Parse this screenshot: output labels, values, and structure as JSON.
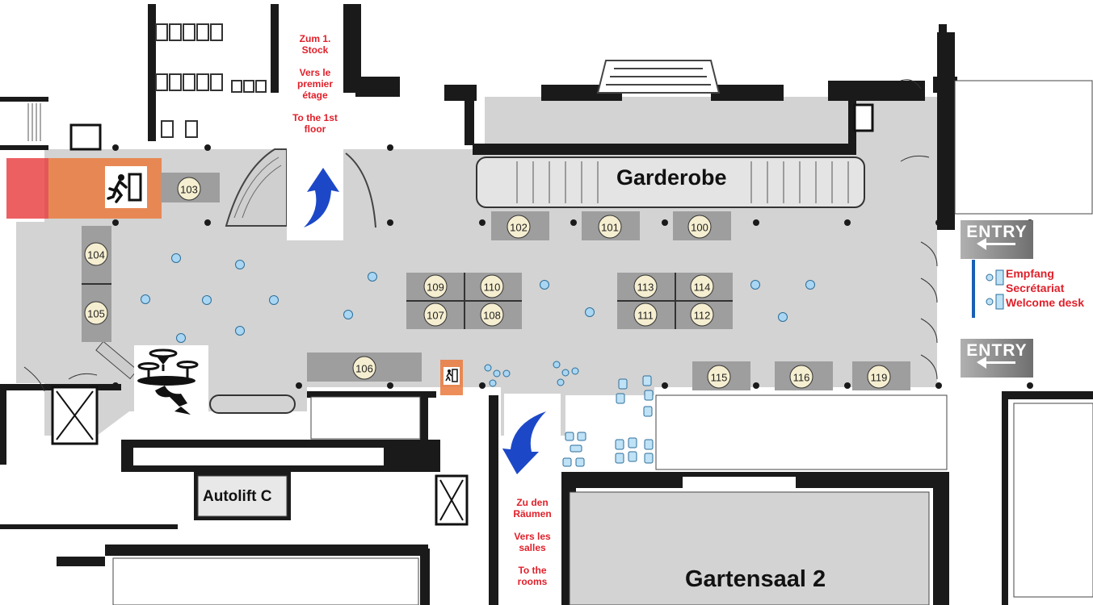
{
  "rooms": {
    "garderobe": "Garderobe",
    "gartensaal": "Gartensaal 2",
    "autolift": "Autolift C"
  },
  "booths": [
    "103",
    "102",
    "101",
    "100",
    "104",
    "105",
    "109",
    "110",
    "107",
    "108",
    "113",
    "114",
    "111",
    "112",
    "106",
    "115",
    "116",
    "119"
  ],
  "signs": {
    "upstairs": {
      "de": "Zum 1. Stock",
      "fr": "Vers le premier étage",
      "en": "To the 1st floor"
    },
    "rooms": {
      "de": "Zu den Räumen",
      "fr": "Vers les salles",
      "en": "To the rooms"
    }
  },
  "entries": {
    "top": "ENTRY",
    "bottom": "ENTRY"
  },
  "welcome_desk": {
    "de": "Empfang",
    "fr": "Secrétariat",
    "en": "Welcome desk"
  },
  "icons": {
    "emergency_exit": "emergency-exit-icon",
    "catering": "catering-waiter-icon",
    "arrow_up": "blue-arrow-up-icon",
    "arrow_down": "blue-arrow-down-icon"
  },
  "colors": {
    "floor": "#d3d3d3",
    "booth": "#9e9e9e",
    "booth_badge": "#f5eed0",
    "wall": "#1a1a1a",
    "sign_text": "#e0202a",
    "arrow": "#1c48c8",
    "pillar_blue": "#a9d6f2",
    "exit_red": "#e8383b",
    "exit_orange": "#ea7a3d",
    "desk_blue": "#1a5fb4"
  }
}
